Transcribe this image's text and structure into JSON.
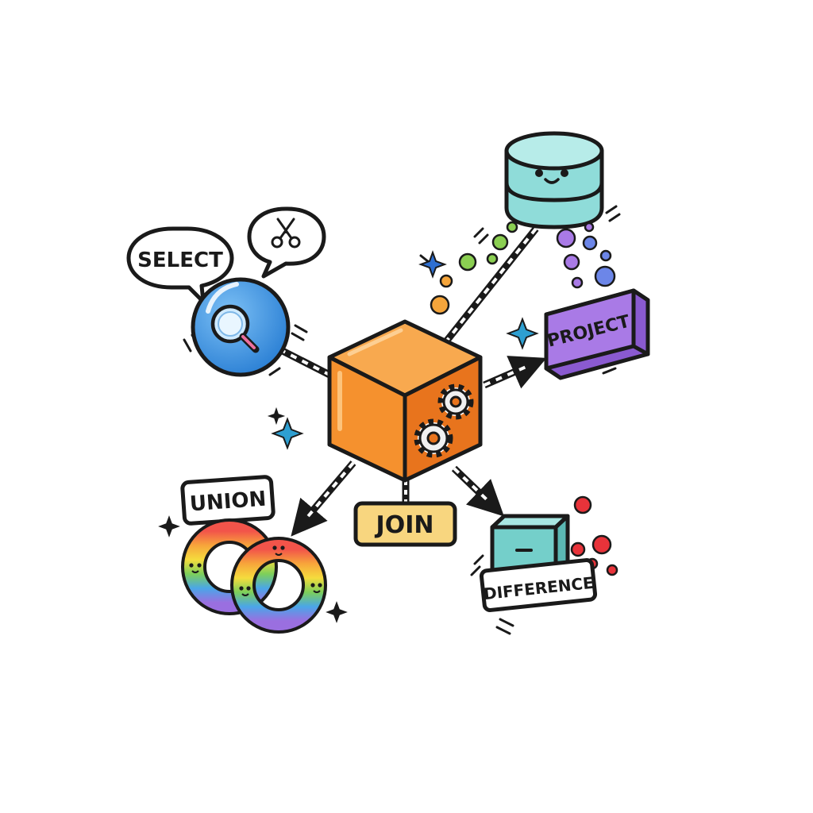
{
  "labels": {
    "select": "SELECT",
    "project": "PROJECT",
    "union": "UNION",
    "join": "JOIN",
    "difference": "DIFFERENCE"
  },
  "colors": {
    "cube_orange": "#f5912e",
    "sphere_blue": "#3d97e6",
    "database_teal": "#8fdcd9",
    "project_purple": "#a97ae6",
    "join_yellow": "#f8d67f",
    "difference_teal": "#74cfca",
    "dot_red": "#e8333a",
    "dot_green": "#8bcf52"
  },
  "icons": [
    "scissors-icon",
    "magnifier-icon",
    "gear-icon",
    "sparkle-icon",
    "smiley-face-icon"
  ]
}
